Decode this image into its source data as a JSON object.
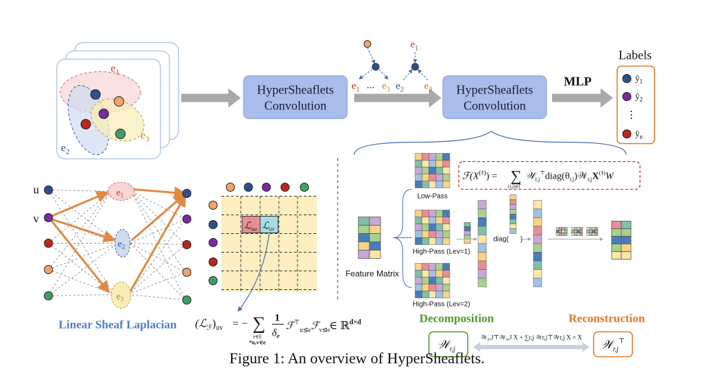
{
  "caption": "Figure 1: An overview of HyperSheaflets.",
  "pipeline": {
    "conv_line1": "HyperSheaflets",
    "conv_line2": "Convolution",
    "mlp": "MLP",
    "labels_title": "Labels",
    "label_items": [
      "ŷ",
      "ŷ",
      "ŷ"
    ],
    "label_subs": [
      "1",
      "2",
      "n"
    ],
    "label_vdots": "⋮"
  },
  "hypergraph": {
    "edges": [
      "e",
      "e",
      "e"
    ],
    "edge_subs": [
      "1",
      "2",
      "3"
    ]
  },
  "sheaf": {
    "node_u": "u",
    "node_v": "v",
    "edges": [
      "e",
      "e",
      "e"
    ],
    "edge_subs": [
      "1",
      "2",
      "3"
    ],
    "title": "Linear Sheaf Laplacian",
    "L_uu": "ℒ",
    "L_uu_sub": "uu",
    "L_uv": "ℒ",
    "L_uv_sub": "uv",
    "formula_lhs": "(ℒ",
    "formula_lhs_sub": "ℱ",
    "formula_lhs_close": ")",
    "formula_lhs_sub2": "uv",
    "formula_eq": "= −",
    "formula_sum": "∑",
    "formula_sum_sub1": "e∈E",
    "formula_sum_sub2": "*u,v∈e",
    "formula_num": "1",
    "formula_den": "δ",
    "formula_den_sub": "e",
    "formula_F1": "ℱ",
    "formula_F1_sup": "⊤",
    "formula_F1_sub": "u⊴e",
    "formula_F2": "ℱ",
    "formula_F2_sub": "v⊴e",
    "formula_in": "∈ ℝ",
    "formula_dim": "d×d"
  },
  "sheaflet": {
    "formula_a": "ℱ(X",
    "formula_a_sup": "(ℓ)",
    "formula_b": ") =",
    "formula_sum": "∑",
    "formula_sum_sub": "(r,j)∈Γ",
    "formula_c": "𝒲",
    "formula_c_sub": "r,j",
    "formula_c_sup": "⊤",
    "formula_d": "diag(θ",
    "formula_d_sub": "r,j",
    "formula_e": ")𝒲",
    "formula_e_sub": "r,j",
    "formula_f": "X",
    "formula_f_sup": "(ℓ)",
    "formula_g": "W",
    "low_pass": "Low-Pass",
    "high_pass_1": "High-Pass (Lev=1)",
    "high_pass_2": "High-Pass (Lev=2)",
    "feature_matrix": "Feature Matrix",
    "diag_open": "diag(",
    "diag_close": ")",
    "decomposition": "Decomposition",
    "reconstruction": "Reconstruction",
    "w_left": "𝒲",
    "w_left_sub": "r,j",
    "w_right": "𝒲",
    "w_right_sub": "r,j",
    "w_right_sup": "⊤",
    "identity": "𝒲₀,J⊤𝒲₀,J X + ∑r,j 𝒲r,j⊤𝒲r,j X = X"
  },
  "colors": {
    "conv_box": "#a9bdea",
    "title_blue": "#4f7fc0",
    "decomp_green": "#4d9a2a",
    "recon_orange": "#e3792b",
    "node_blue": "#2f4f8f",
    "node_purple": "#7a2aa0",
    "node_red": "#c0251d",
    "node_orange": "#f2a46a",
    "node_green": "#3fa066",
    "edge_red": "#c0392b",
    "arrow_orange": "#e08a45"
  }
}
